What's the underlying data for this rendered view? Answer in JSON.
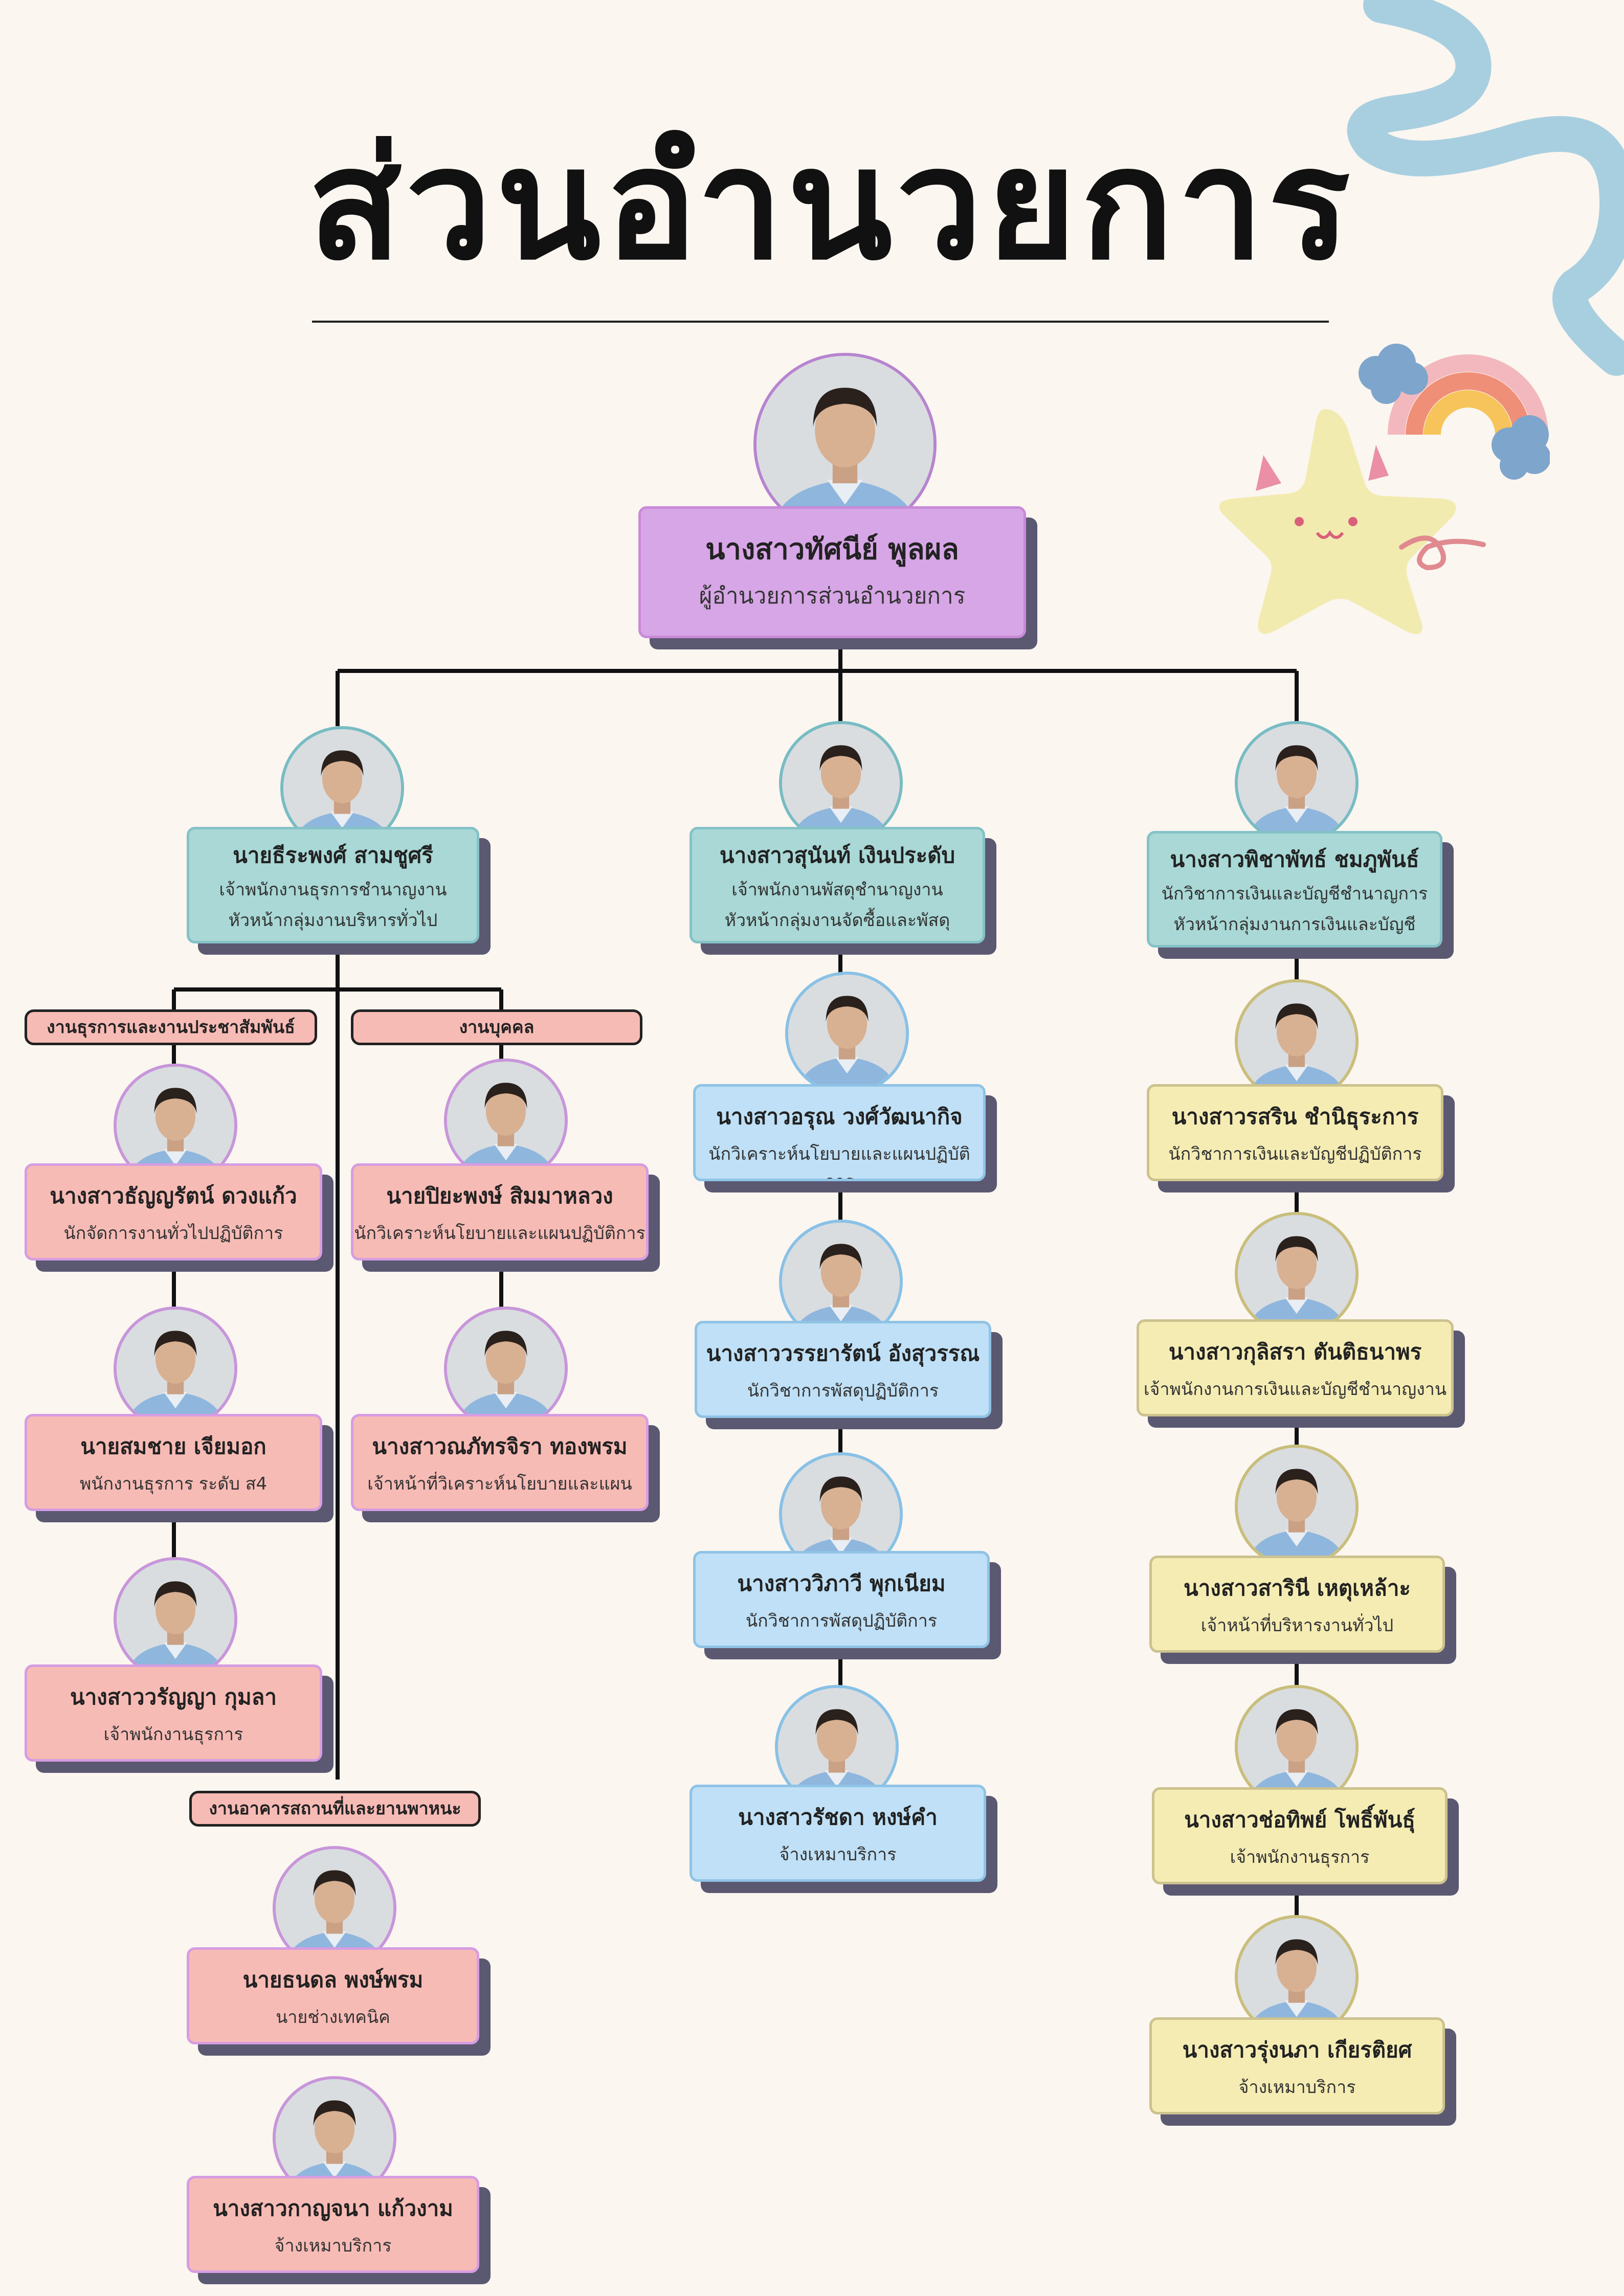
{
  "title": "ส่วนอำนวยการ",
  "groups": {
    "general": "งานธุรการและงานประชาสัมพันธ์",
    "personnel": "งานบุคคล",
    "facilities": "งานอาคารสถานที่และยานพาหนะ"
  },
  "director": {
    "name": "นางสาวทัศนีย์ พูลผล",
    "role": "ผู้อำนวยการส่วนอำนวยการ"
  },
  "heads": [
    {
      "name": "นายธีระพงศ์ สามชูศรี",
      "role": "เจ้าพนักงานธุรการชำนาญงาน",
      "role2": "หัวหน้ากลุ่มงานบริหารทั่วไป"
    },
    {
      "name": "นางสาวสุนันท์ เงินประดับ",
      "role": "เจ้าพนักงานพัสดุชำนาญงาน",
      "role2": "หัวหน้ากลุ่มงานจัดซื้อและพัสดุ"
    },
    {
      "name": "นางสาวพิชาพัทธ์ ชมภูพันธ์",
      "role": "นักวิชาการเงินและบัญชีชำนาญการ",
      "role2": "หัวหน้ากลุ่มงานการเงินและบัญชี"
    }
  ],
  "general_staff": [
    {
      "name": "นางสาวธัญญรัตน์ ดวงแก้ว",
      "role": "นักจัดการงานทั่วไปปฏิบัติการ"
    },
    {
      "name": "นายสมชาย เจียมอก",
      "role": "พนักงานธุรการ ระดับ ส4"
    },
    {
      "name": "นางสาววรัญญา กุมลา",
      "role": "เจ้าพนักงานธุรการ"
    }
  ],
  "personnel_staff": [
    {
      "name": "นายปิยะพงษ์ สิมมาหลวง",
      "role": "นักวิเคราะห์นโยบายและแผนปฏิบัติการ"
    },
    {
      "name": "นางสาวณภัทรจิรา ทองพรม",
      "role": "เจ้าหน้าที่วิเคราะห์นโยบายและแผน"
    }
  ],
  "facilities_staff": [
    {
      "name": "นายธนดล พงษ์พรม",
      "role": "นายช่างเทคนิค"
    },
    {
      "name": "นางสาวกาญจนา แก้วงาม",
      "role": "จ้างเหมาบริการ"
    }
  ],
  "procurement_staff": [
    {
      "name": "นางสาวอรุณ วงศ์วัฒนากิจ",
      "role": "นักวิเคราะห์นโยบายและแผนปฏิบัติการ"
    },
    {
      "name": "นางสาววรรยารัตน์ อังสุวรรณ",
      "role": "นักวิชาการพัสดุปฏิบัติการ"
    },
    {
      "name": "นางสาววิภาวี พุกเนียม",
      "role": "นักวิชาการพัสดุปฏิบัติการ"
    },
    {
      "name": "นางสาวรัชดา หงษ์คำ",
      "role": "จ้างเหมาบริการ"
    }
  ],
  "finance_staff": [
    {
      "name": "นางสาวรสริน ชำนิธุระการ",
      "role": "นักวิชาการเงินและบัญชีปฏิบัติการ"
    },
    {
      "name": "นางสาวกุลิสรา ตันติธนาพร",
      "role": "เจ้าพนักงานการเงินและบัญชีชำนาญงาน"
    },
    {
      "name": "นางสาวสารินี เหตุเหล้าะ",
      "role": "เจ้าหน้าที่บริหารงานทั่วไป"
    },
    {
      "name": "นางสาวช่อทิพย์ โพธิ์พันธุ์",
      "role": "เจ้าพนักงานธุรการ"
    },
    {
      "name": "นางสาวรุ่งนภา เกียรติยศ",
      "role": "จ้างเหมาบริการ"
    }
  ],
  "colors": {
    "background": "#fbf6f0",
    "director": "#d7a6e6",
    "heads": "#a9d8d6",
    "admin_staff": "#f7bbb5",
    "procurement_staff": "#bfe0f6",
    "finance_staff": "#f5ecb4",
    "card_shadow": "#5b5872"
  },
  "icons": [
    "star-sticker-icon",
    "rainbow-cloud-icon",
    "ribbon-squiggle-icon",
    "person-avatar-icon"
  ]
}
